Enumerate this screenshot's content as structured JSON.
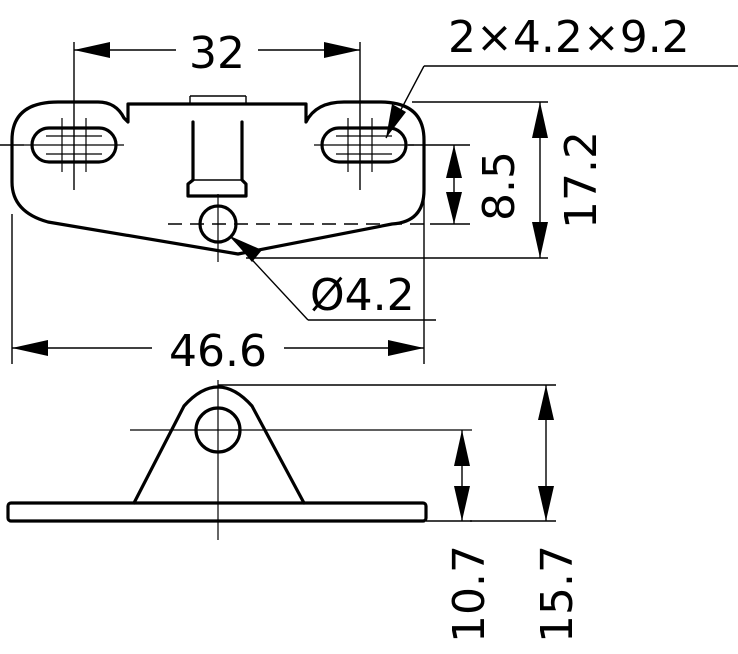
{
  "drawing": {
    "dimensions": {
      "hole_spacing": "32",
      "slot_size": "2×4.2×9.2",
      "slot_to_hole_height": "8.5",
      "plate_height": "17.2",
      "hole_diameter": "Ø4.2",
      "plate_width": "46.6",
      "hole_center_height": "10.7",
      "total_height": "15.7"
    }
  }
}
